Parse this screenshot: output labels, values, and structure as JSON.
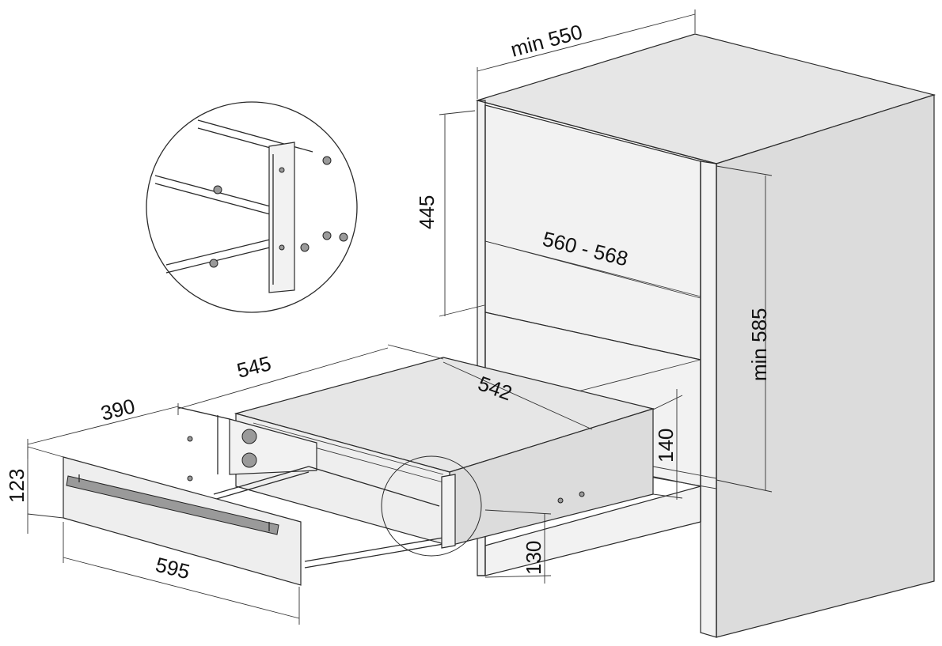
{
  "dimensions": {
    "cabinet_depth": "min 550",
    "cabinet_upper_height": "445",
    "niche_width": "560 - 568",
    "niche_height": "min 585",
    "drawer_depth_total": "545",
    "drawer_depth_open": "390",
    "drawer_top_depth": "542",
    "drawer_height": "140",
    "front_height": "123",
    "front_width": "595",
    "niche_opening": "130"
  }
}
